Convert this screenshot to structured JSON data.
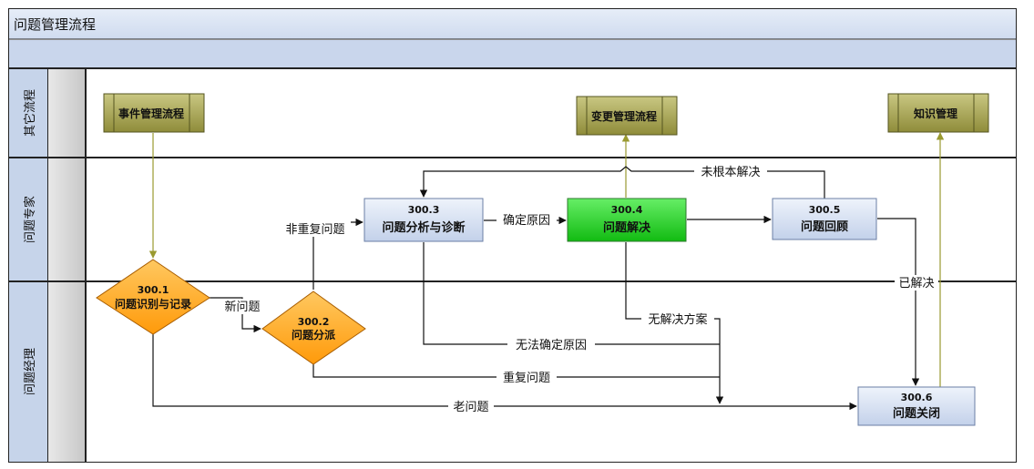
{
  "title": "问题管理流程",
  "lanes": [
    "其它流程",
    "问题专家",
    "问题经理"
  ],
  "external": {
    "incident": "事件管理流程",
    "change": "变更管理流程",
    "knowledge": "知识管理"
  },
  "steps": {
    "s1": {
      "num": "300.1",
      "name": "问题识别与记录"
    },
    "s2": {
      "num": "300.2",
      "name": "问题分派"
    },
    "s3": {
      "num": "300.3",
      "name": "问题分析与诊断"
    },
    "s4": {
      "num": "300.4",
      "name": "问题解决"
    },
    "s5": {
      "num": "300.5",
      "name": "问题回顾"
    },
    "s6": {
      "num": "300.6",
      "name": "问题关闭"
    }
  },
  "edges": {
    "new_problem": "新问题",
    "non_repeat": "非重复问题",
    "cause_found": "确定原因",
    "not_root_solved": "未根本解决",
    "solved": "已解决",
    "no_solution": "无解决方案",
    "cause_unknown": "无法确定原因",
    "repeat": "重复问题",
    "old_problem": "老问题"
  },
  "colors": {
    "header": "#dbe5f4",
    "lane_label": "#c6d4ea",
    "process_box": "#d5e0f1",
    "highlight_box": "#22cc22",
    "decision": "#ffa319",
    "external_box": "#a8a558",
    "link_olive": "#9a9a30"
  }
}
